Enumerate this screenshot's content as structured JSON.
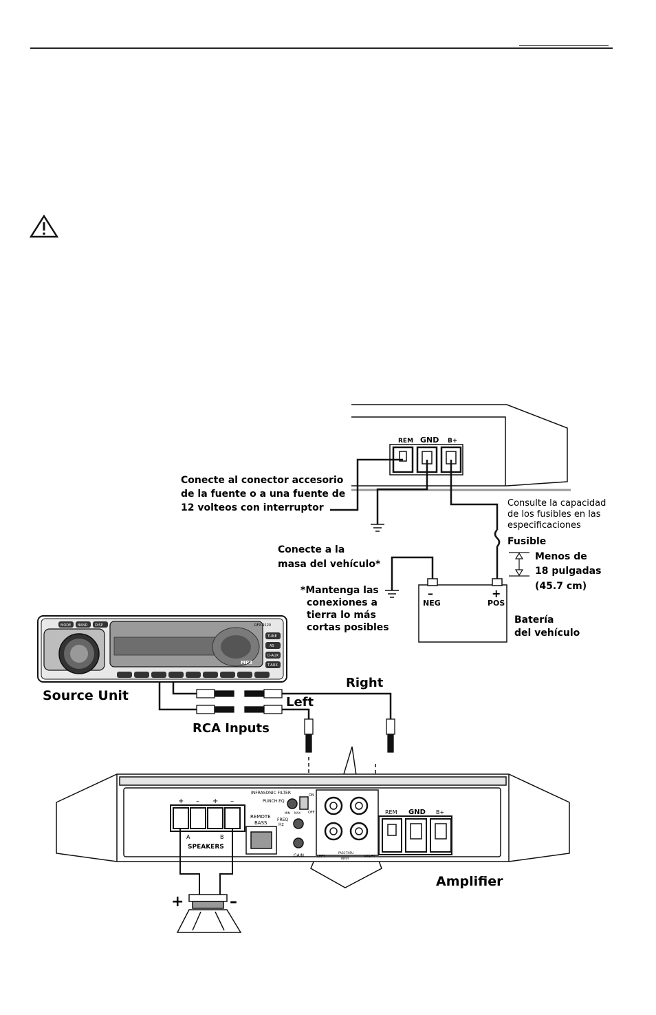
{
  "labels": {
    "connect_accessory": [
      "Conecte al conector accesorio",
      "de la fuente o a una fuente de",
      "12 volteos con interruptor"
    ],
    "fuse_capacity": [
      "Consulte la capacidad",
      "de los fusibles en las",
      "especificaciones"
    ],
    "fuse": "Fusible",
    "distance": [
      "Menos de",
      "18 pulgadas",
      "(45.7 cm)"
    ],
    "connect_ground": [
      "Conecte a la",
      "masa del vehículo*"
    ],
    "ground_note": [
      "*Mantenga las",
      "conexiones a",
      "tierra lo más",
      "cortas posibles"
    ],
    "battery": [
      "Batería",
      "del vehículo"
    ],
    "battery_neg_sign": "–",
    "battery_pos_sign": "+",
    "battery_neg": "NEG",
    "battery_pos": "POS",
    "source_unit": "Source Unit",
    "rca_inputs": "RCA Inputs",
    "right": "Right",
    "left": "Left",
    "amplifier": "Amplifier",
    "speaker_plus": "+",
    "speaker_minus": "–"
  },
  "top_amp": {
    "rem": "REM",
    "gnd": "GND",
    "bplus": "B+"
  },
  "amp_panel": {
    "speaker_signs": [
      "+",
      "–",
      "+",
      "–"
    ],
    "channel_a": "A",
    "channel_b": "B",
    "speakers": "SPEAKERS",
    "remote_bass": [
      "REMOTE",
      "BASS"
    ],
    "infrasonic_filter": "INFRASONIC FILTER",
    "punch_eq": "PUNCH EQ",
    "freq": "FREQ",
    "hz": "Hz",
    "gain": "GAIN",
    "on": "ON",
    "off": "OFF",
    "min": "MIN",
    "max": "MAX",
    "left": "LEFT",
    "right": "RIGHT",
    "pass_thru": "PASS-THRU",
    "input": "INPUT",
    "rem": "REM",
    "gnd": "GND",
    "bplus": "B+"
  },
  "head_unit": {
    "buttons_top": [
      "MODE",
      "BAND",
      "DISP"
    ],
    "model": "RFX-9120",
    "mp3": "MP3",
    "side_buttons": [
      "TUNE",
      "AS",
      "D-AUX",
      "T-AUX"
    ]
  }
}
